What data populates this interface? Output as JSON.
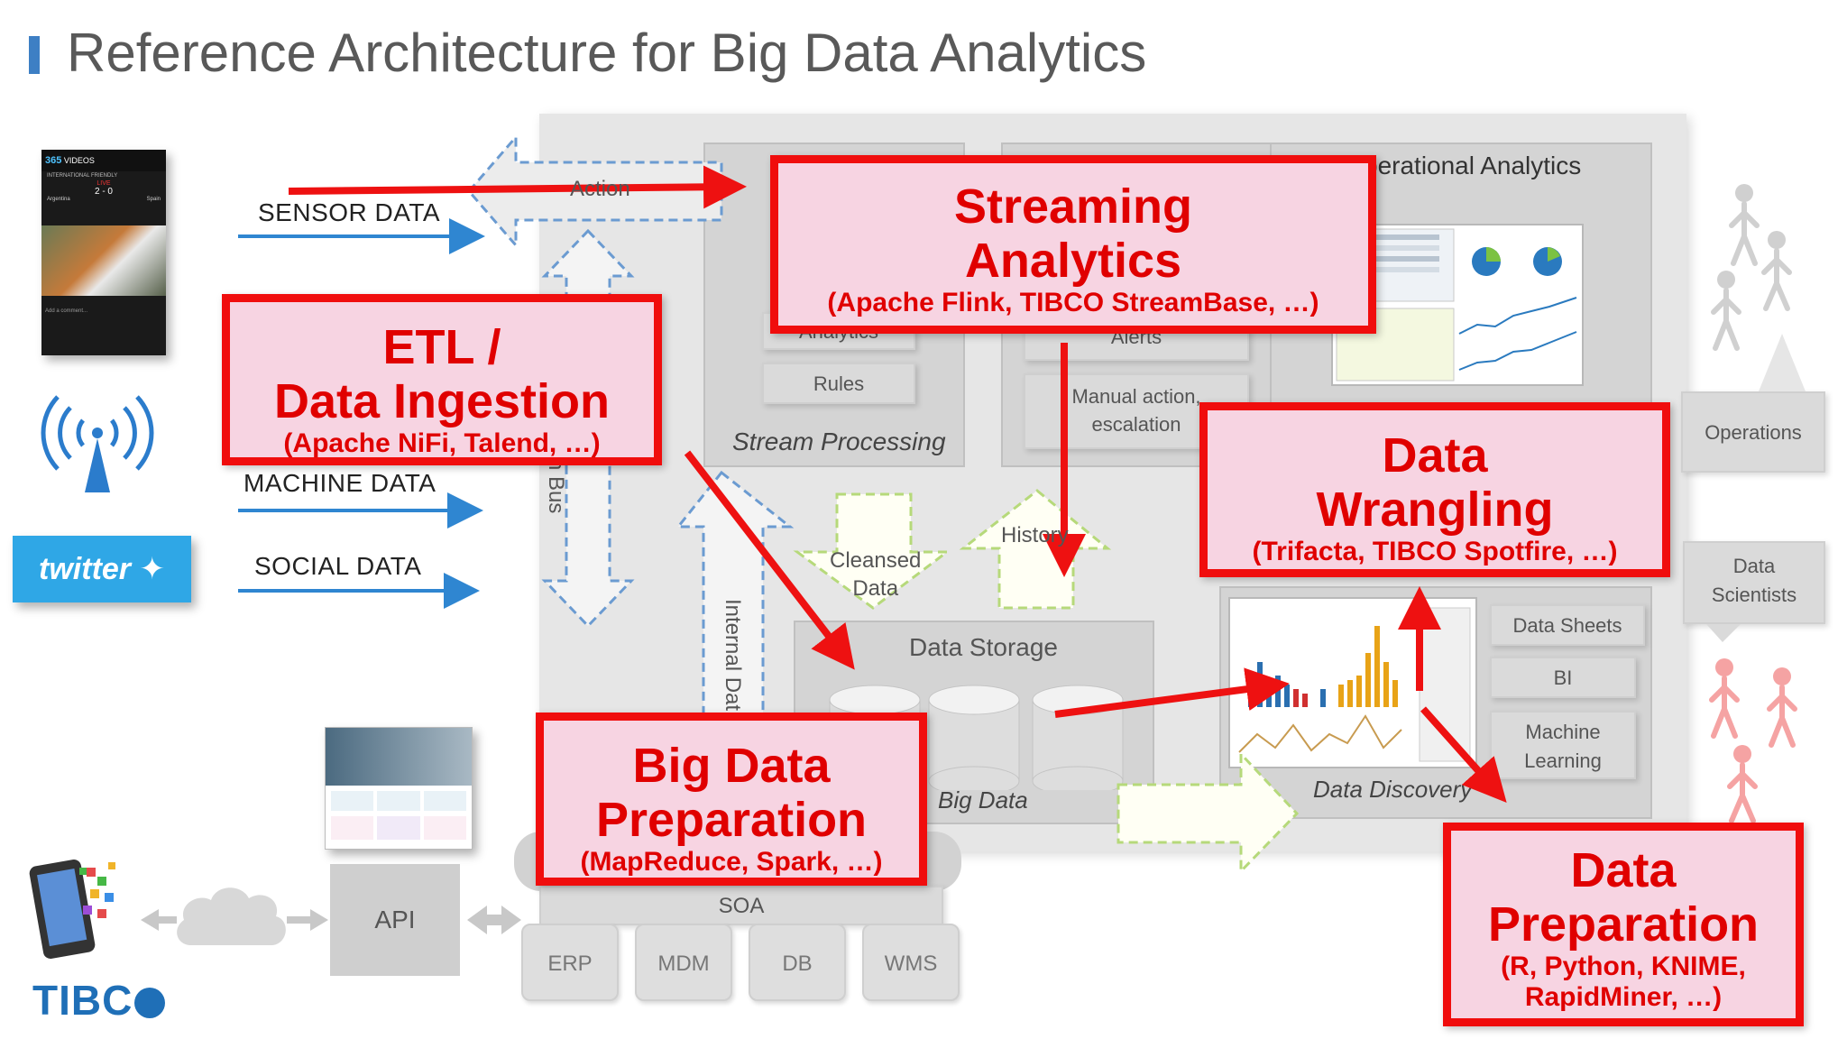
{
  "title": "Reference Architecture for Big Data Analytics",
  "sources": {
    "sensor": "SENSOR DATA",
    "machine": "MACHINE DATA",
    "social": "SOCIAL DATA",
    "twitter_logo": "twitter"
  },
  "phone": {
    "app_name": "365",
    "app_sub": "VIDEOS",
    "match_title": "INTERNATIONAL FRIENDLY",
    "score": "2 - 0",
    "live": "LIVE",
    "team_left": "Argentina",
    "team_right": "Spain",
    "comment": "Add a comment..."
  },
  "architecture": {
    "action": "Action",
    "operational_analytics": "perational Analytics",
    "stream_processing": "Stream Processing",
    "analytics": "Analytics",
    "rules": "Rules",
    "alerts": "Alerts",
    "manual_action": "Manual action,\nescalation",
    "bus_label": "n Bus",
    "internal_data": "Internal Dat",
    "cleansed_data": "Cleansed\nData",
    "history": "History",
    "data_storage": "Data Storage",
    "big_data": "Big Data",
    "data_discovery": "Data Discovery",
    "data_sheets": "Data Sheets",
    "bi": "BI",
    "machine_learning": "Machine\nLearning",
    "operations": "Operations",
    "data_scientists": "Data\nScientists",
    "soa": "SOA",
    "api": "API",
    "systems": [
      "ERP",
      "MDM",
      "DB",
      "WMS"
    ]
  },
  "callouts": {
    "streaming": {
      "title": "Streaming\nAnalytics",
      "sub": "(Apache Flink, TIBCO StreamBase, …)"
    },
    "etl": {
      "title": "ETL /\nData Ingestion",
      "sub": "(Apache NiFi, Talend, …)"
    },
    "wrangling": {
      "title": "Data\nWrangling",
      "sub": "(Trifacta, TIBCO Spotfire, …)"
    },
    "big_data_prep": {
      "title": "Big Data\nPreparation",
      "sub": "(MapReduce, Spark, …)"
    },
    "data_prep": {
      "title": "Data\nPreparation",
      "sub": "(R, Python, KNIME,\nRapidMiner, …)"
    }
  },
  "brand": "TIBC",
  "colors": {
    "accent_blue": "#3d7fc4",
    "callout_red": "#f00d0d",
    "callout_fill": "#f7d4e2",
    "twitter_blue": "#2fa7e6"
  }
}
